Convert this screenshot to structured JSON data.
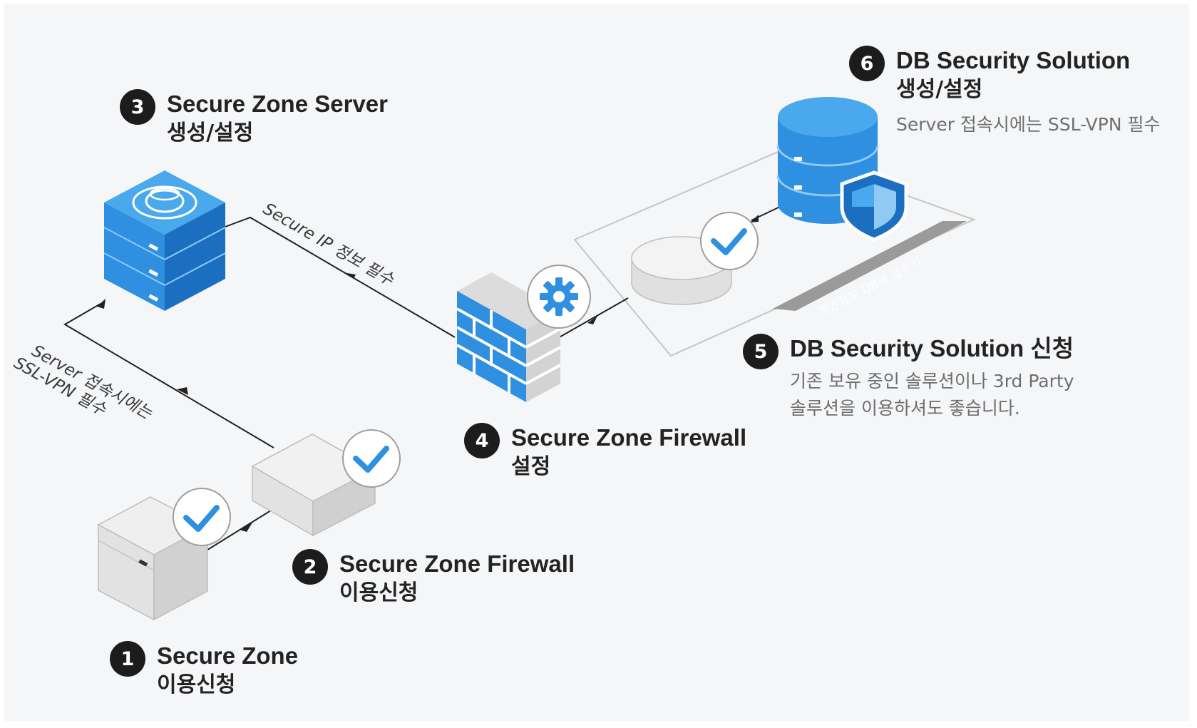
{
  "steps": [
    {
      "num": "1",
      "title": "Secure Zone",
      "sub": "이용신청"
    },
    {
      "num": "2",
      "title": "Secure Zone Firewall",
      "sub": "이용신청"
    },
    {
      "num": "3",
      "title": "Secure Zone Server",
      "sub": "생성/설정"
    },
    {
      "num": "4",
      "title": "Secure Zone Firewall",
      "sub": "설정"
    },
    {
      "num": "5",
      "title": "DB Security Solution 신청",
      "desc1": "기존 보유 중인 솔루션이나 3rd Party",
      "desc2": "솔루션을 이용하셔도 좋습니다."
    },
    {
      "num": "6",
      "title": "DB Security Solution",
      "sub": "생성/설정",
      "desc": "Server 접속시에는 SSL-VPN 필수"
    }
  ],
  "annotations": {
    "server_line1": "Server 접속시에는",
    "server_line2": "SSL-VPN 필수",
    "secure_ip": "Secure IP 정보 필수",
    "db_band": "개인정보 DB에 접속시"
  },
  "colors": {
    "blue_top": "#4aa9ec",
    "blue_left": "#2f8fe0",
    "blue_right": "#1c6fc0",
    "badge": "#1c1c1c",
    "check": "#2f8fe0"
  },
  "icons": [
    "check-icon",
    "gear-icon",
    "shield-icon",
    "database-icon",
    "firewall-icon",
    "server-icon",
    "globe-icon"
  ]
}
